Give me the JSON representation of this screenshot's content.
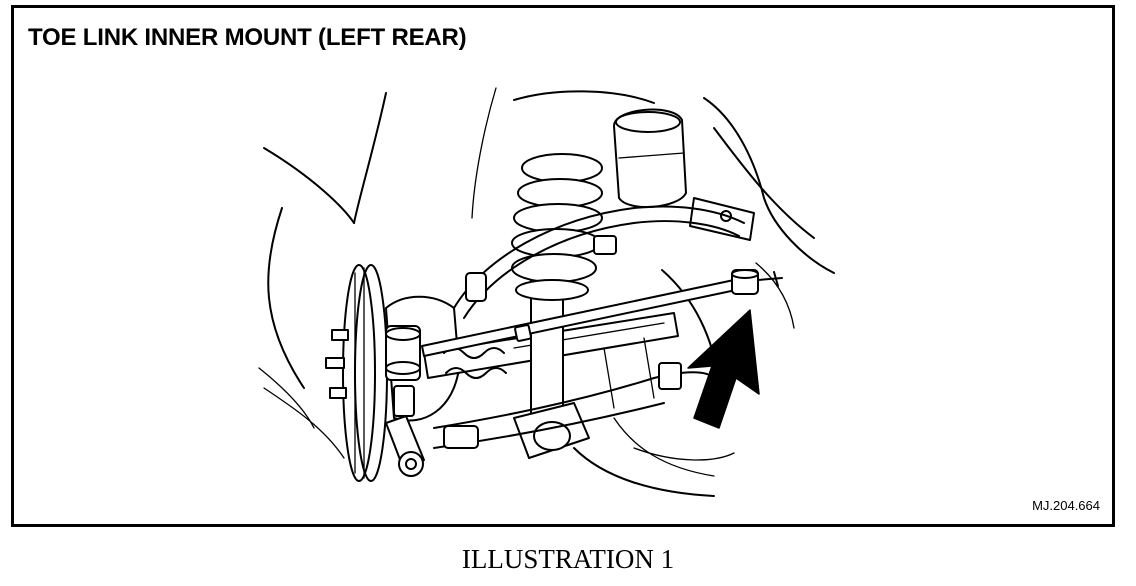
{
  "figure": {
    "title": "TOE LINK INNER MOUNT (LEFT REAR)",
    "reference_code": "MJ.204.664",
    "caption": "ILLUSTRATION 1"
  },
  "illustration": {
    "subject": "rear-suspension-assembly",
    "pointer": "arrow-pointing-to-toe-link-inner-mount",
    "line_color": "#000000",
    "background_color": "#ffffff"
  }
}
